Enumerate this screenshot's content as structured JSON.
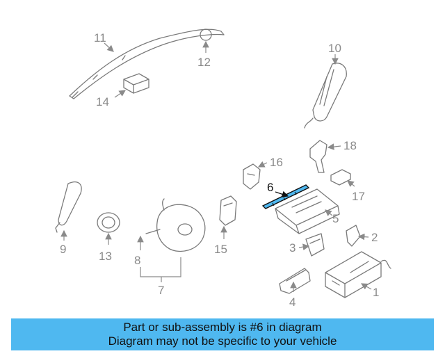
{
  "diagram": {
    "highlight_color": "#4fb8f0",
    "callouts": {
      "c1": "1",
      "c2": "2",
      "c3": "3",
      "c4": "4",
      "c5": "5",
      "c6": "6",
      "c7": "7",
      "c8": "8",
      "c9": "9",
      "c10": "10",
      "c11": "11",
      "c12": "12",
      "c13": "13",
      "c14": "14",
      "c15": "15",
      "c16": "16",
      "c17": "17",
      "c18": "18"
    }
  },
  "banner": {
    "line1": "Part or sub-assembly is #6 in diagram",
    "line2": "Diagram may not be specific to your vehicle"
  }
}
